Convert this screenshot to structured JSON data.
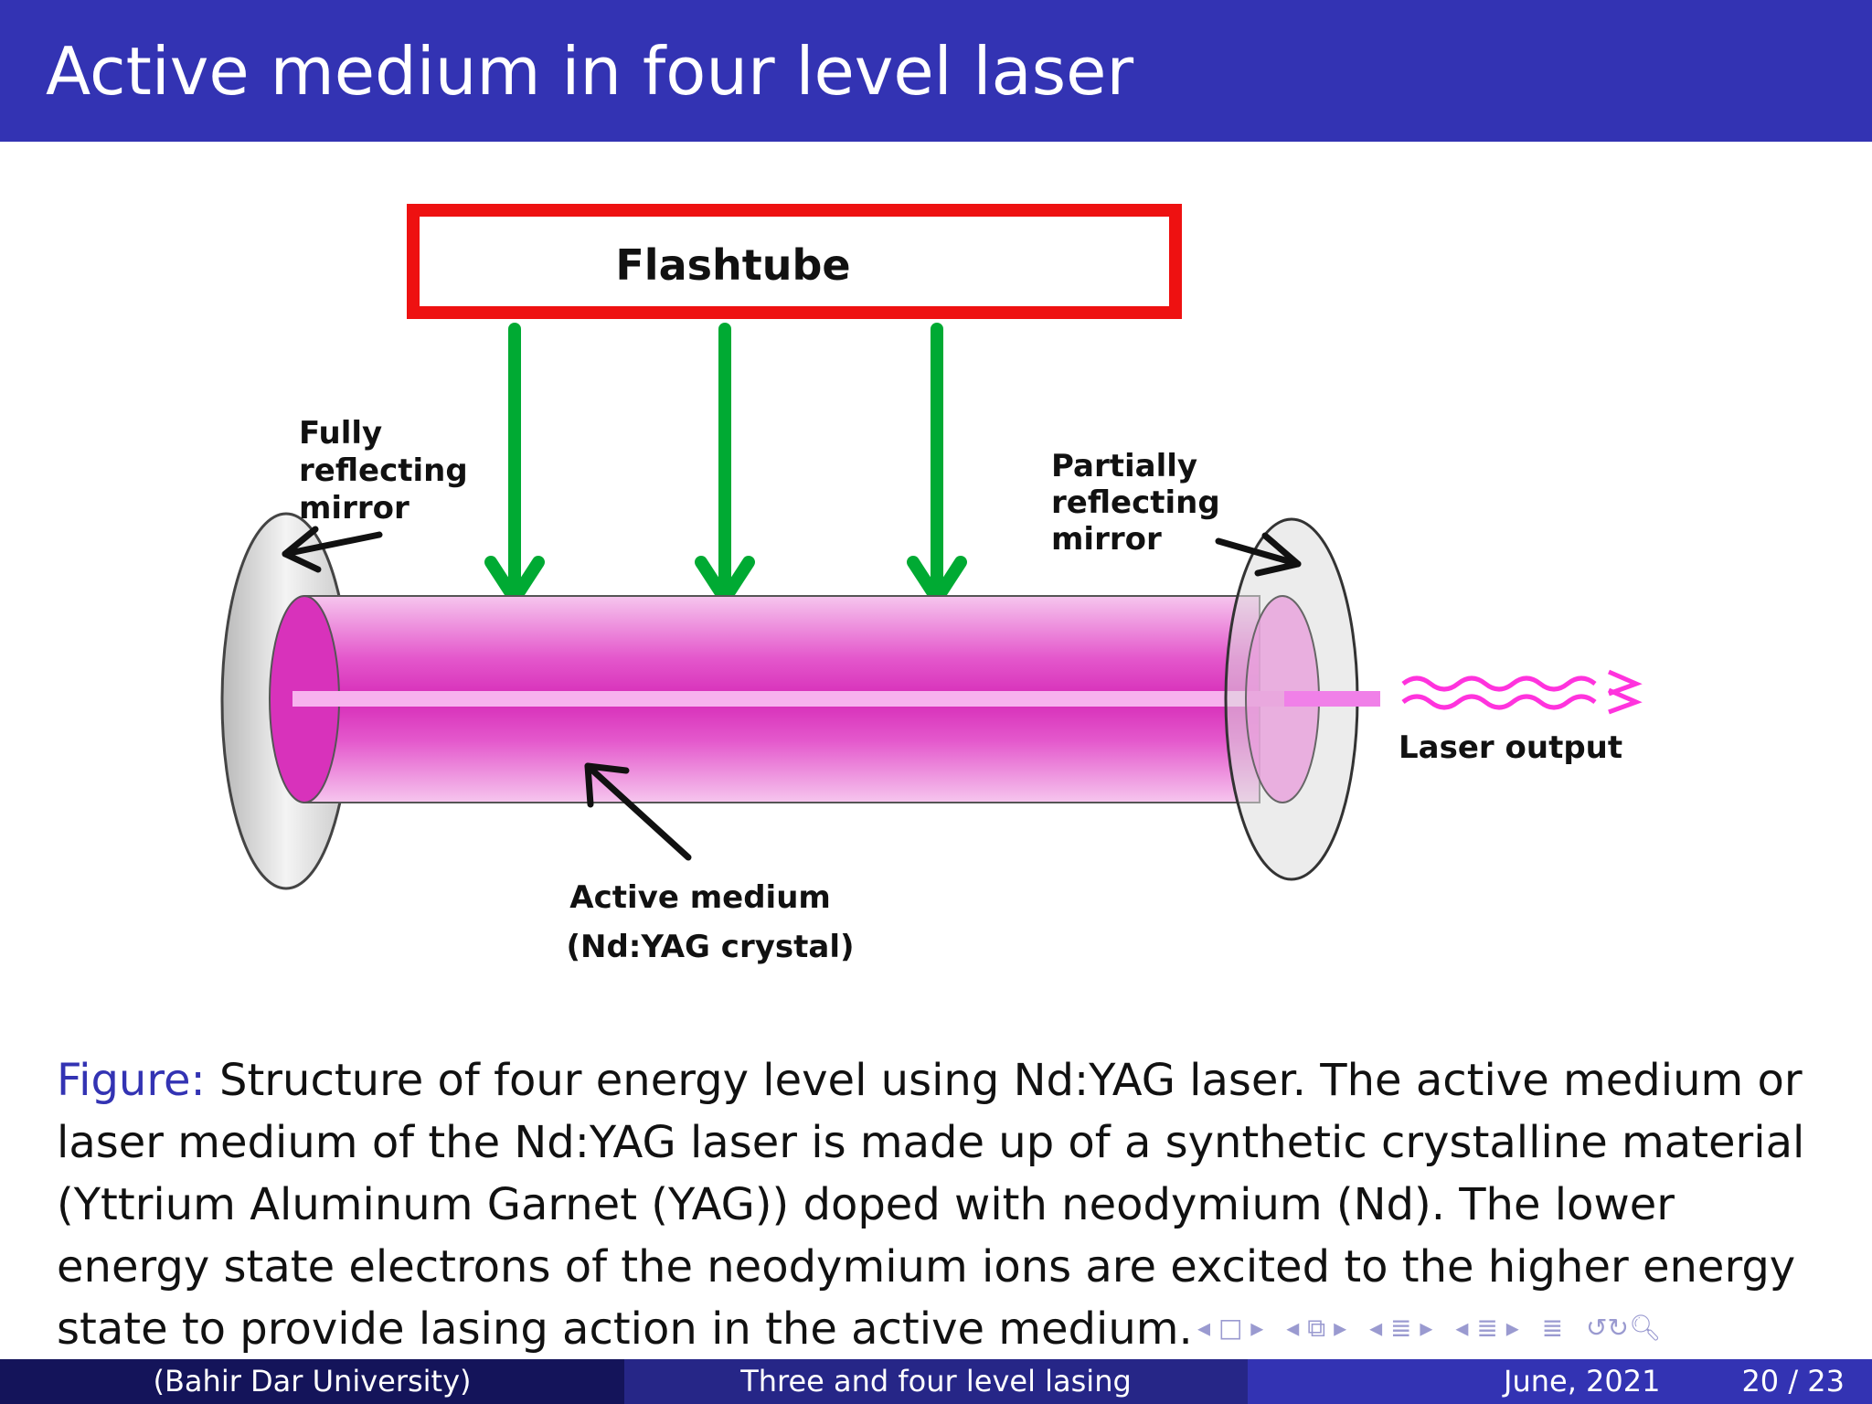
{
  "slide": {
    "title": "Active medium in four level laser"
  },
  "diagram": {
    "flashtube_label": "Flashtube",
    "left_mirror_label": [
      "Fully",
      "reflecting",
      "mirror"
    ],
    "right_mirror_label": [
      "Partially",
      "reflecting",
      "mirror"
    ],
    "output_label": "Laser output",
    "medium_label": [
      "Active medium",
      "(Nd:YAG crystal)"
    ],
    "colors": {
      "flashtube_border": "#ee1111",
      "pump_arrows": "#00aa33",
      "rod": "#e040c0",
      "beam": "#f080e8"
    }
  },
  "caption": {
    "label": "Figure:",
    "text": "Structure of four energy level using Nd:YAG laser.  The active medium or laser medium of the Nd:YAG laser is made up of a synthetic crystalline material (Yttrium Aluminum Garnet (YAG)) doped with neodymium (Nd).  The lower energy state electrons of the neodymium ions are excited to the higher energy state to provide lasing action in the active medium."
  },
  "footer": {
    "institution": "(Bahir Dar University)",
    "short_title": "Three and four level lasing",
    "date": "June, 2021",
    "page": "20 / 23"
  }
}
